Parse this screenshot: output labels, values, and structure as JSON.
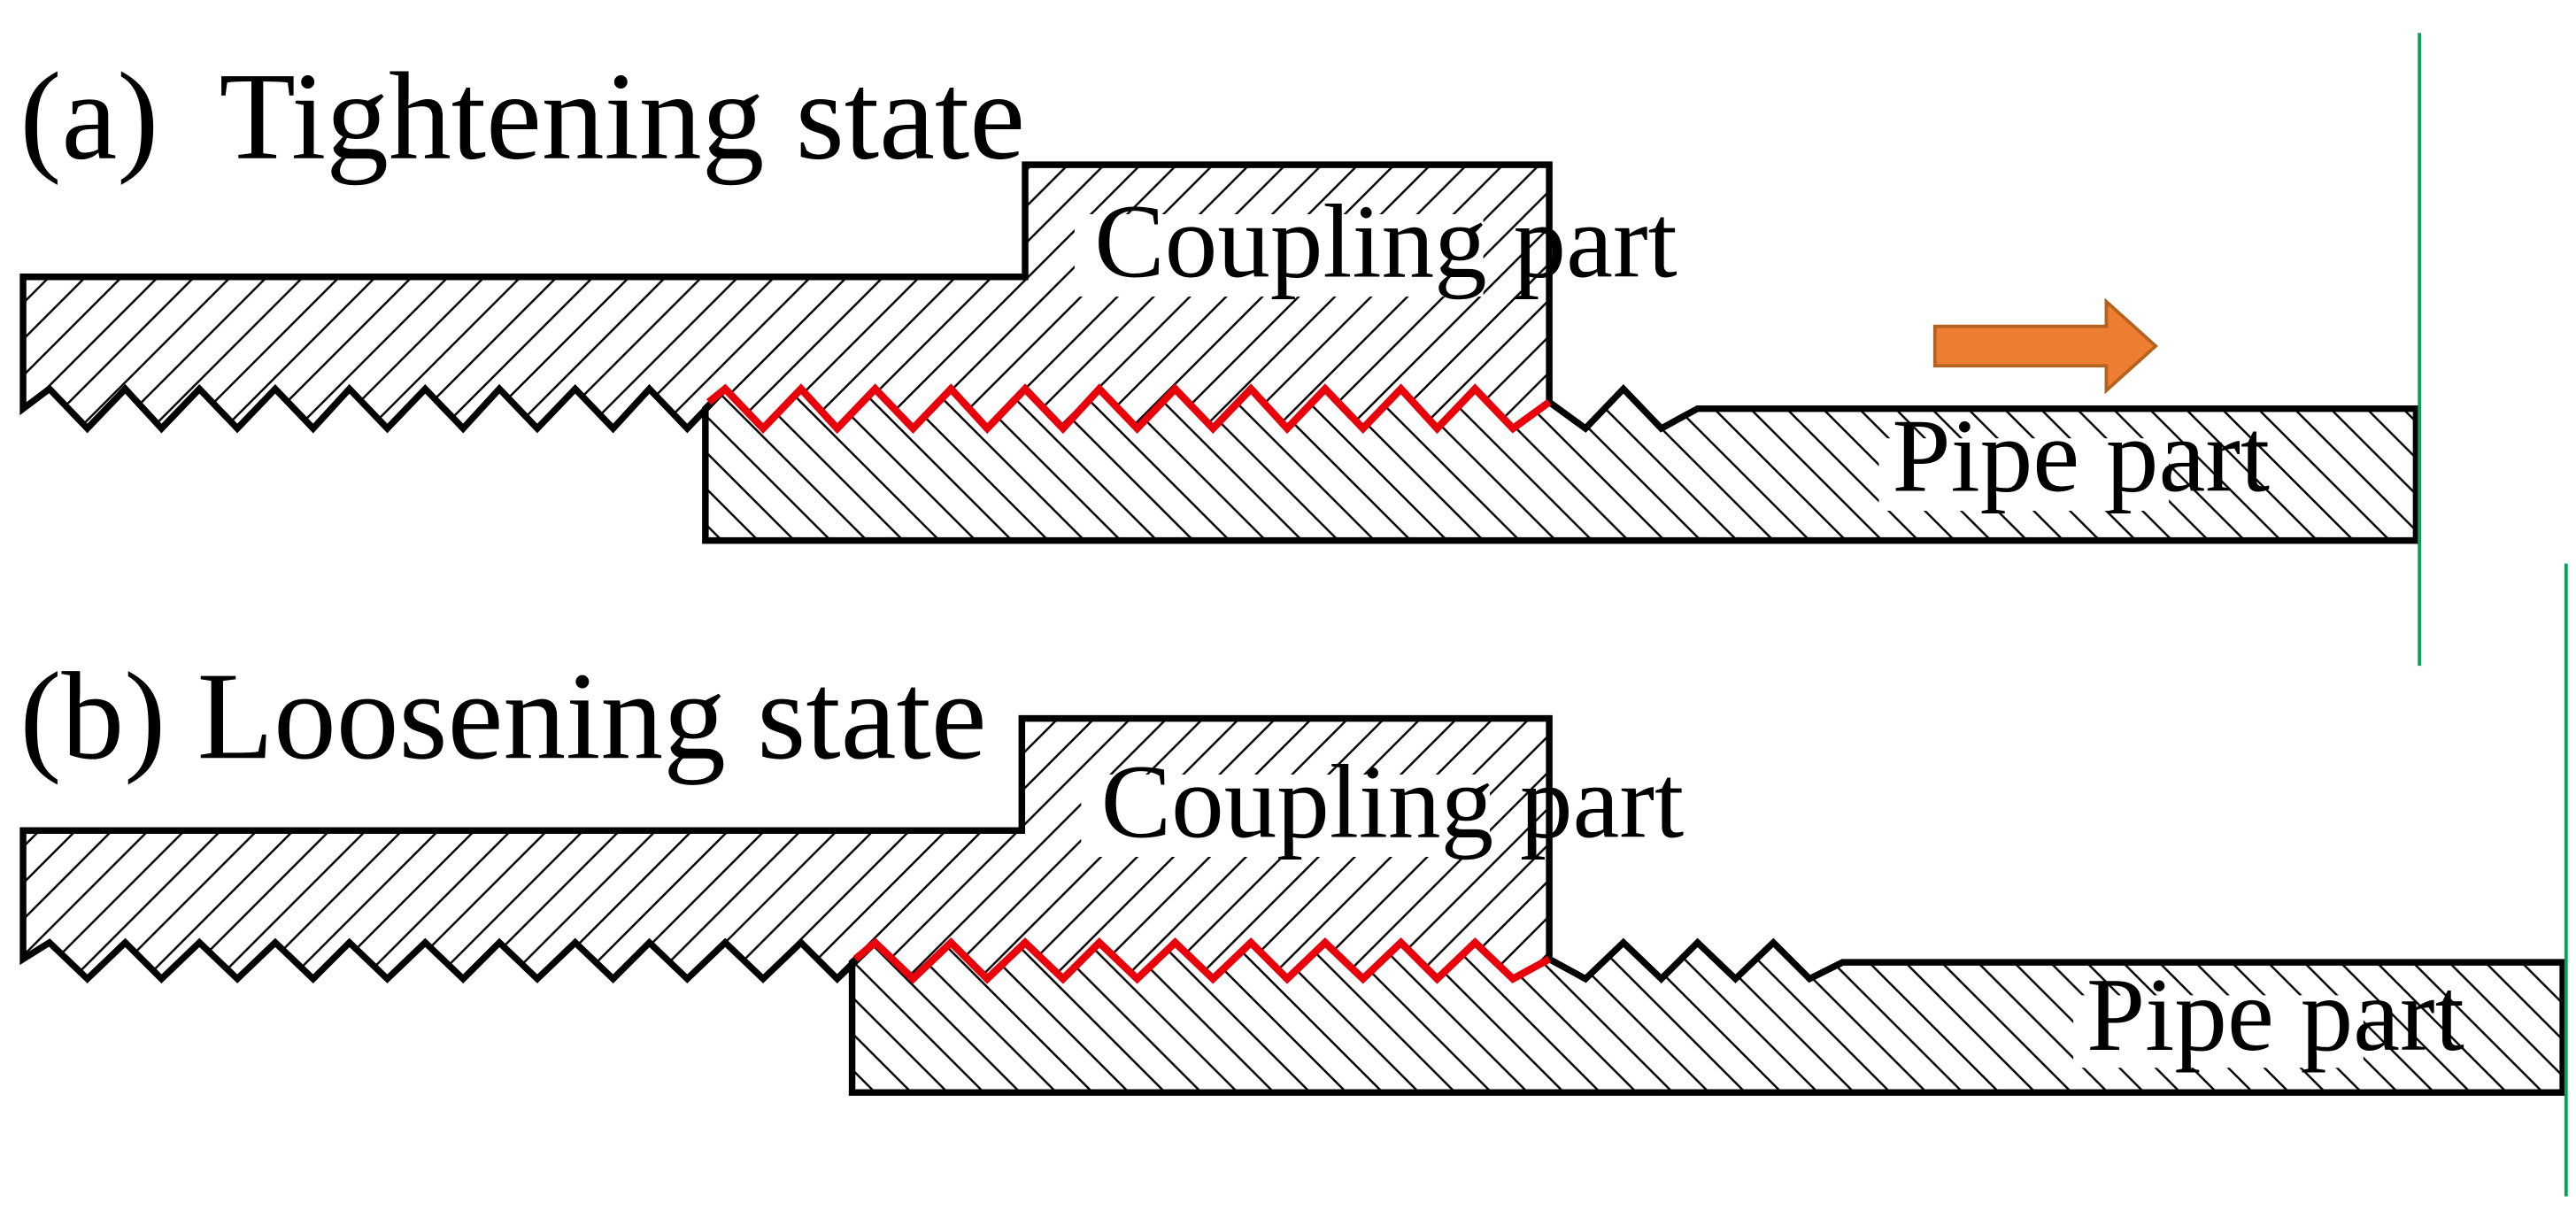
{
  "panels": [
    {
      "label": "(a)  Tightening state",
      "coupling_label": "Coupling part",
      "pipe_label": "Pipe part"
    },
    {
      "label": "(b) Loosening state",
      "coupling_label": "Coupling part",
      "pipe_label": "Pipe part"
    }
  ],
  "colors": {
    "outline": "#000000",
    "engaged_thread": "#e8000b",
    "arrow_fill": "#ed7d31",
    "arrow_stroke": "#b4621f",
    "reference_line": "#00a651",
    "hatch": "#000000"
  },
  "icons": {
    "direction_arrow": "right-arrow-icon"
  }
}
